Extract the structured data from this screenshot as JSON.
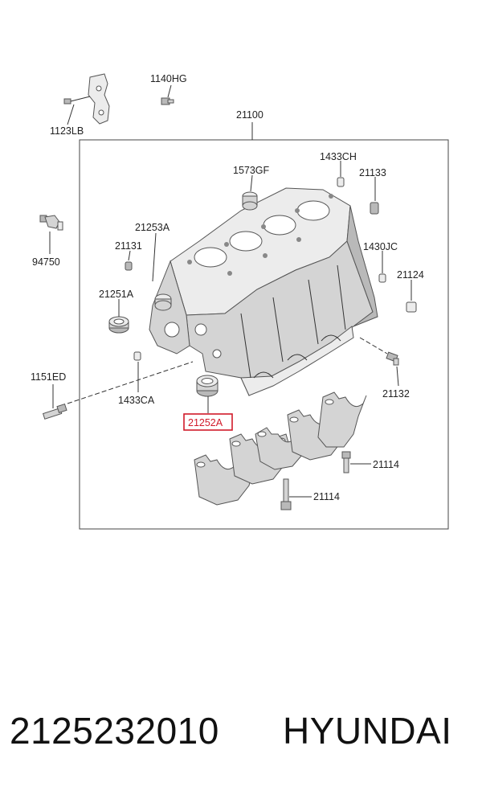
{
  "diagram": {
    "callouts": {
      "c_1140HG": "1140HG",
      "c_1123LB": "1123LB",
      "c_21100": "21100",
      "c_1573GF": "1573GF",
      "c_1433CH": "1433CH",
      "c_21133": "21133",
      "c_94750": "94750",
      "c_21253A": "21253A",
      "c_21131": "21131",
      "c_1430JC": "1430JC",
      "c_21124": "21124",
      "c_21251A": "21251A",
      "c_1151ED": "1151ED",
      "c_1433CA": "1433CA",
      "c_21132": "21132",
      "c_21252A": "21252A",
      "c_21114a": "21114",
      "c_21114b": "21114"
    },
    "highlight_color": "#d11a2a"
  },
  "footer": {
    "part_number": "2125232010",
    "brand": "HYUNDAI"
  }
}
